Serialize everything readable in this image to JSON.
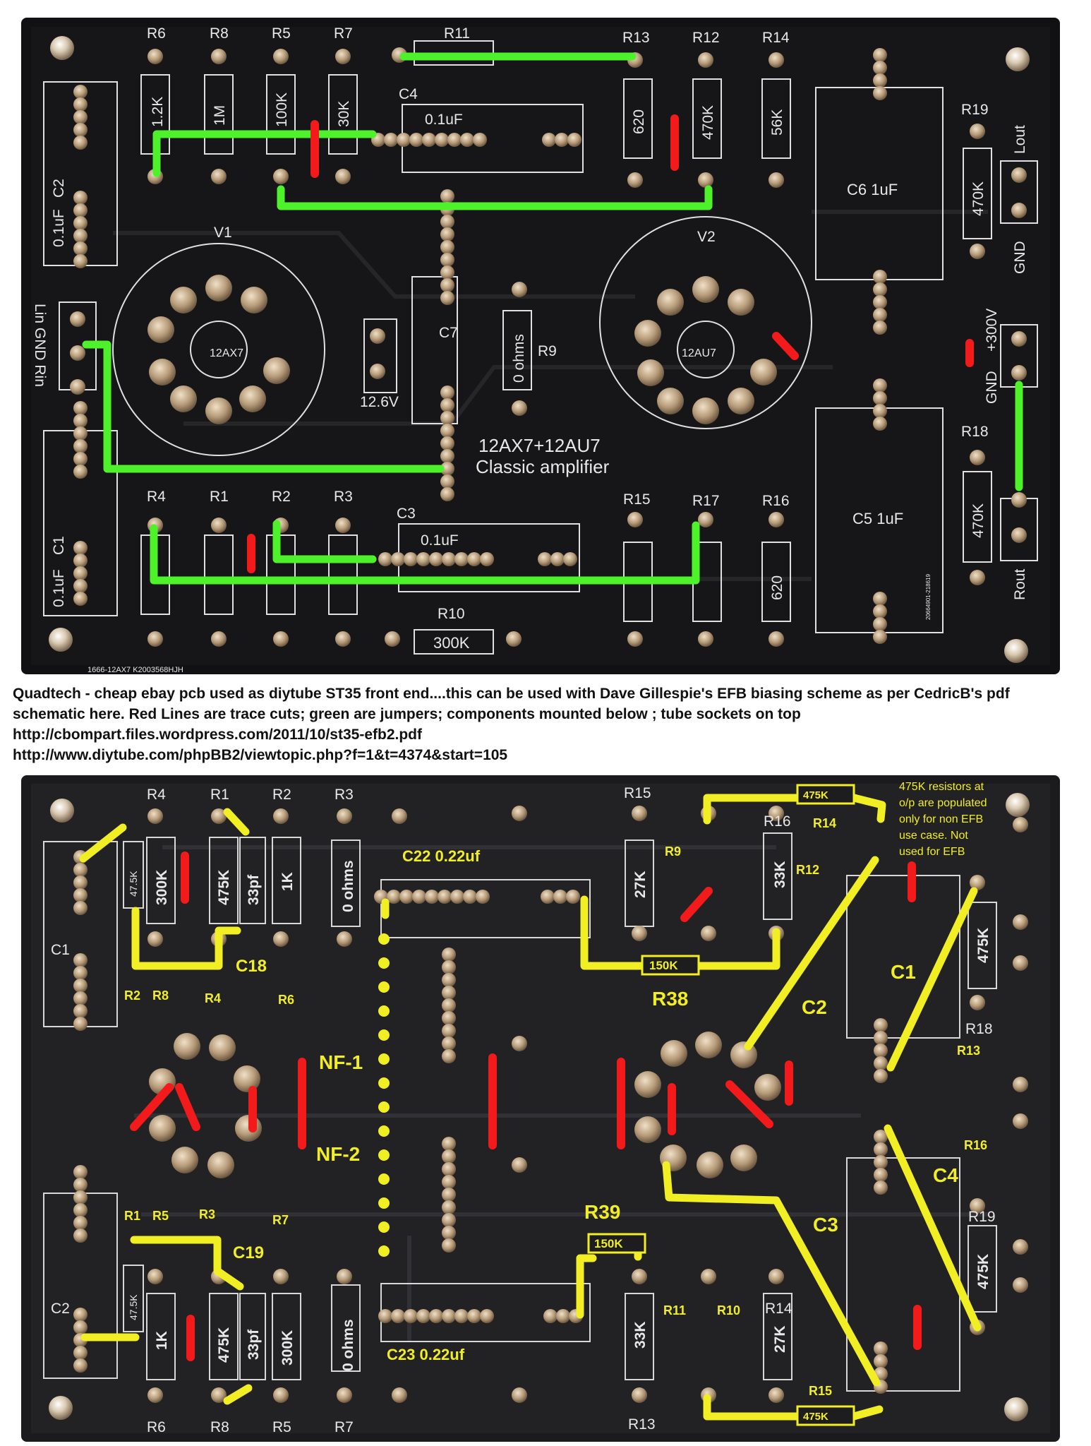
{
  "caption": {
    "line1": "Quadtech - cheap ebay pcb used as diytube ST35 front end....this can be used with Dave Gillespie's EFB biasing scheme as per CedricB's pdf",
    "line2": "schematic here. Red Lines are trace cuts; green are jumpers; components mounted below ; tube sockets on top",
    "line3": "http://cbompart.files.wordpress.com/2011/10/st35-efb2.pdf",
    "line4": "http://www.diytube.com/phpBB2/viewtopic.php?f=1&t=4374&start=105"
  },
  "top_board": {
    "title1": "12AX7+12AU7",
    "title2": "Classic amplifier",
    "tube_v1": "V1",
    "tube_v1_type": "12AX7",
    "tube_v2": "V2",
    "tube_v2_type": "12AU7",
    "r6": "R6",
    "r8": "R8",
    "r5": "R5",
    "r7": "R7",
    "r11": "R11",
    "r13": "R13",
    "r12": "R12",
    "r14": "R14",
    "r4": "R4",
    "r1": "R1",
    "r2": "R2",
    "r3": "R3",
    "r15": "R15",
    "r17": "R17",
    "r16": "R16",
    "r10": "R10",
    "r9": "R9",
    "r19": "R19",
    "r18": "R18",
    "c4": "C4",
    "c3": "C3",
    "c2": "C2",
    "c1": "C1",
    "c7": "C7",
    "c6": "C6  1uF",
    "c5": "C5  1uF",
    "v_1_2k": "1.2K",
    "v_1m": "1M",
    "v_100k": "100K",
    "v_30k": "30K",
    "v_620a": "620",
    "v_470k_a": "470K",
    "v_56k": "56K",
    "v_0_1uf_c4": "0.1uF",
    "v_0_1uf_c3": "0.1uF",
    "v_0_1uf_c2": "0.1uF",
    "v_0_1uf_c1": "0.1uF",
    "v_0ohms": "0 ohms",
    "v_12_6v": "12.6V",
    "v_300k": "300K",
    "v_620b": "620",
    "v_470k_r19": "470K",
    "v_470k_r18": "470K",
    "lout": "Lout",
    "gnd_top": "GND",
    "plus300": "+300V",
    "gnd_mid": "GND",
    "rout": "Rout",
    "lin_gnd_rin": "Lin GND Rin",
    "board_code": "1666-12AX7    K2003568HJH",
    "tiny_code": "20664901-218619"
  },
  "bottom_board": {
    "r4": "R4",
    "r1_top": "R1",
    "r2_top": "R2",
    "r3_top": "R3",
    "r15": "R15",
    "r9": "R9",
    "r14": "R14",
    "r16": "R16",
    "r12": "R12",
    "r2_l": "R2",
    "r8_l": "R8",
    "r4_l": "R4",
    "r6_l": "R6",
    "r18": "R18",
    "r13_r": "R13",
    "r1_b": "R1",
    "r5_b": "R5",
    "r3_b": "R3",
    "r7_b": "R7",
    "r11": "R11",
    "r10": "R10",
    "r14_b": "R14",
    "r16_r": "R16",
    "r19": "R19",
    "r6_b": "R6",
    "r8_b": "R8",
    "r5_bot": "R5",
    "r7_bot": "R7",
    "r13_b": "R13",
    "r15_b": "R15",
    "c1": "C1",
    "c2": "C2",
    "v_47_5k_a": "47.5K",
    "v_300k_a": "300K",
    "v_475k_a": "475K",
    "v_33pf_a": "33pf",
    "v_1k_a": "1K",
    "v_0ohms_a": "0 ohms",
    "v_27k_a": "27K",
    "v_33k_a": "33K",
    "v_475k_r": "475K",
    "v_47_5k_b": "47.5K",
    "v_1k_b": "1K",
    "v_475k_b": "475K",
    "v_33pf_b": "33pf",
    "v_300k_b": "300K",
    "v_0ohms_b": "0 ohms",
    "v_33k_b": "33K",
    "v_27k_b": "27K",
    "v_475k_r2": "475K",
    "y_c22": "C22  0.22uf",
    "y_c23": "C23  0.22uf",
    "y_c18": "C18",
    "y_c19": "C19",
    "y_150k_a": "150K",
    "y_150k_b": "150K",
    "y_r38": "R38",
    "y_r39": "R39",
    "y_475k_top": "475K",
    "y_475k_bot": "475K",
    "y_c1": "C1",
    "y_c2": "C2",
    "y_c3": "C3",
    "y_c4": "C4",
    "nf1": "NF-1",
    "nf2": "NF-2",
    "note1": "475K resistors at",
    "note2": "o/p are populated",
    "note3": "only for non EFB",
    "note4": "use case. Not",
    "note5": "used for EFB"
  },
  "colors": {
    "board": "#121214",
    "green": "#4df22b",
    "red": "#f21a1a",
    "yellow": "#f2ee24",
    "pad": "#b79e7e"
  }
}
